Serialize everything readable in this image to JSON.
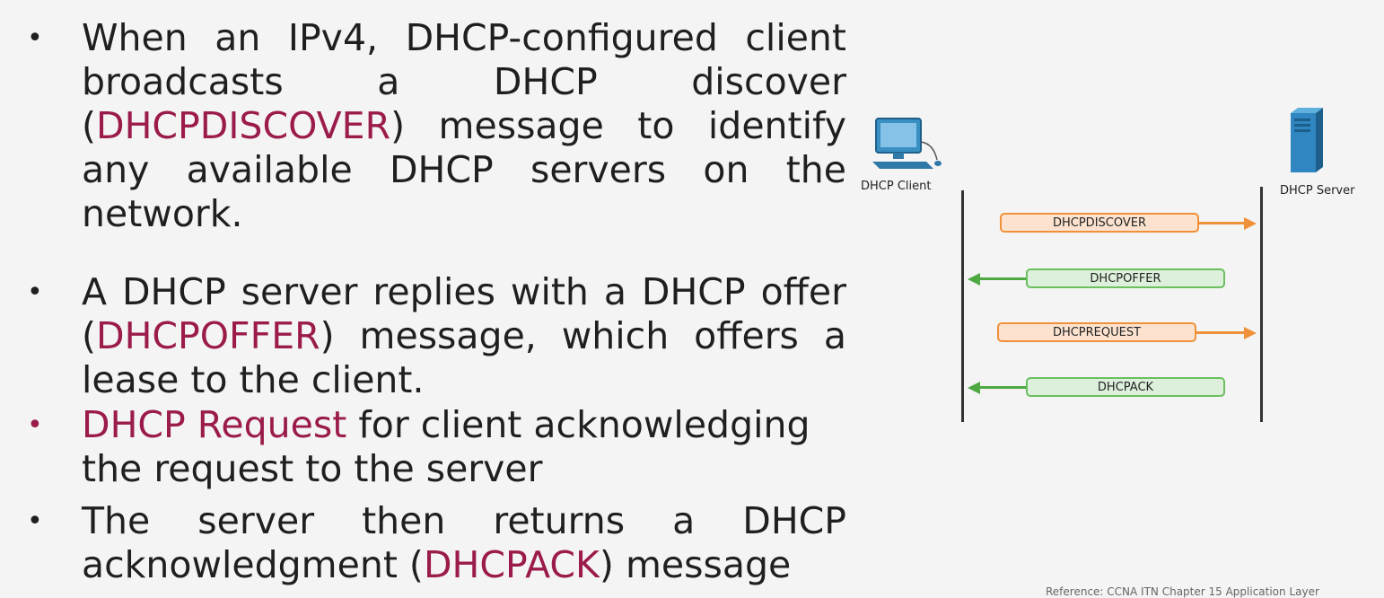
{
  "bullets": [
    {
      "pre": "When an IPv4, DHCP-configured client broadcasts a DHCP discover (",
      "hl": "DHCPDISCOVER",
      "post": ") message to identify any available DHCP servers on the network."
    },
    {
      "pre": "A DHCP server replies with a DHCP offer (",
      "hl": "DHCPOFFER",
      "post": ") message, which offers a lease to the client."
    },
    {
      "hl_lead": "DHCP Request",
      "post": " for client acknowledging the request to the server"
    },
    {
      "pre": "The server then returns a DHCP acknowledgment (",
      "hl": "DHCPACK",
      "post": ") message"
    }
  ],
  "diagram": {
    "client_label": "DHCP Client",
    "server_label": "DHCP Server",
    "messages": [
      {
        "label": "DHCPDISCOVER",
        "direction": "client-to-server"
      },
      {
        "label": "DHCPOFFER",
        "direction": "server-to-client"
      },
      {
        "label": "DHCPREQUEST",
        "direction": "client-to-server"
      },
      {
        "label": "DHCPACK",
        "direction": "server-to-client"
      }
    ]
  },
  "footer": "Reference: CCNA ITN Chapter 15 Application Layer",
  "colors": {
    "accent": "#9b1b4b",
    "request_arrow": "#f0913a",
    "reply_arrow": "#4ea943"
  }
}
